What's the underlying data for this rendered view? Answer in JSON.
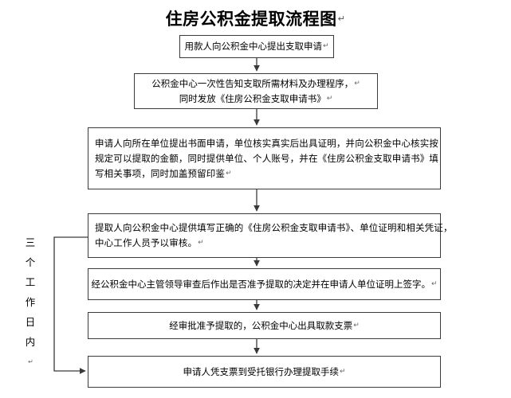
{
  "document": {
    "title": "住房公积金提取流程图",
    "title_return_mark": "↵",
    "background_color": "#ffffff",
    "line_color": "#3a3a3a",
    "text_color": "#000000"
  },
  "side_label": {
    "name": "three-working-days",
    "text": "三个工作日内",
    "characters": [
      "三",
      "个",
      "工",
      "作",
      "日",
      "内"
    ],
    "return_mark": "↵",
    "orientation": "vertical"
  },
  "flow": {
    "nodes": [
      {
        "id": "node-1",
        "align": "center",
        "lines": [
          {
            "text": "用款人向公积金中心提出支取申请",
            "mark": "↵"
          }
        ]
      },
      {
        "id": "node-2",
        "align": "center",
        "lines": [
          {
            "text": "公积金中心一次性告知支取所需材料及办理程序，",
            "mark": "↵"
          },
          {
            "text": "同时发放《住房公积金支取申请书》",
            "mark": "↵"
          }
        ]
      },
      {
        "id": "node-3",
        "align": "justify",
        "lines": [
          {
            "text": "申请人向所在单位提出书面申请，单位核实真实后出具证明，并向公积金中心核实按",
            "mark": ""
          },
          {
            "text": "规定可以提取的金额，同时提供单位、个人账号，并在《住房公积金支取申请书》填",
            "mark": ""
          },
          {
            "text": "写相关事项，同时加盖预留印鉴",
            "mark": "↵"
          }
        ]
      },
      {
        "id": "node-4",
        "align": "justify",
        "lines": [
          {
            "text": "提取人向公积金中心提供填写正确的《住房公积金支取申请书》、单位证明和相关凭证，",
            "mark": ""
          },
          {
            "text": "中心工作人员予以审核。",
            "mark": "↵"
          }
        ]
      },
      {
        "id": "node-5",
        "align": "center",
        "lines": [
          {
            "text": "经公积金中心主管领导审查后作出是否准予提取的决定并在申请人单位证明上签字。",
            "mark": "↵"
          }
        ]
      },
      {
        "id": "node-6",
        "align": "center",
        "lines": [
          {
            "text": "经审批准予提取的，公积金中心出具取款支票",
            "mark": "↵"
          }
        ]
      },
      {
        "id": "node-7",
        "align": "center",
        "lines": [
          {
            "text": "申请人凭支票到受托银行办理提取手续",
            "mark": "↵"
          }
        ]
      }
    ],
    "connectors": [
      {
        "from": "node-1",
        "to": "node-2",
        "kind": "vertical-arrow"
      },
      {
        "from": "node-2",
        "to": "node-3",
        "kind": "vertical-arrow"
      },
      {
        "from": "node-3",
        "to": "node-4",
        "kind": "vertical-arrow"
      },
      {
        "from": "node-4",
        "to": "node-5",
        "kind": "vertical-arrow"
      },
      {
        "from": "node-5",
        "to": "node-6",
        "kind": "vertical-arrow"
      },
      {
        "from": "node-6",
        "to": "node-7",
        "kind": "vertical-arrow"
      },
      {
        "from": "node-4",
        "to": "node-7",
        "kind": "bracket-left-arrow"
      }
    ]
  }
}
